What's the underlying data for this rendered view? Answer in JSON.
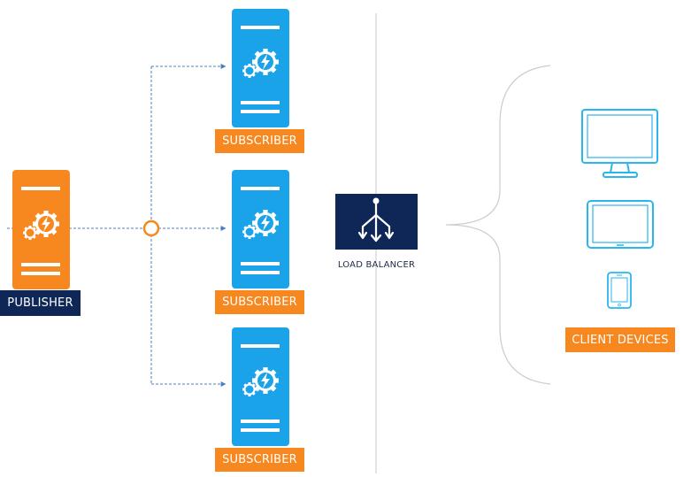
{
  "labels": {
    "publisher": "PUBLISHER",
    "subscriber_1": "SUBSCRIBER",
    "subscriber_2": "SUBSCRIBER",
    "subscriber_3": "SUBSCRIBER",
    "load_balancer": "LOAD BALANCER",
    "client_devices": "CLIENT DEVICES"
  },
  "colors": {
    "publisher_orange": "#f7871f",
    "subscriber_blue": "#1aa3e8",
    "navy": "#0f2757",
    "device_outline": "#29b6ec",
    "connector_blue": "#4a7fc1",
    "divider_gray": "#c8c8c8"
  },
  "icons": {
    "server": "server-icon",
    "gear_bolt": "gear-lightning-icon",
    "load_balancer": "split-arrows-icon",
    "monitor": "desktop-monitor-icon",
    "tablet": "tablet-icon",
    "phone": "smartphone-icon"
  }
}
